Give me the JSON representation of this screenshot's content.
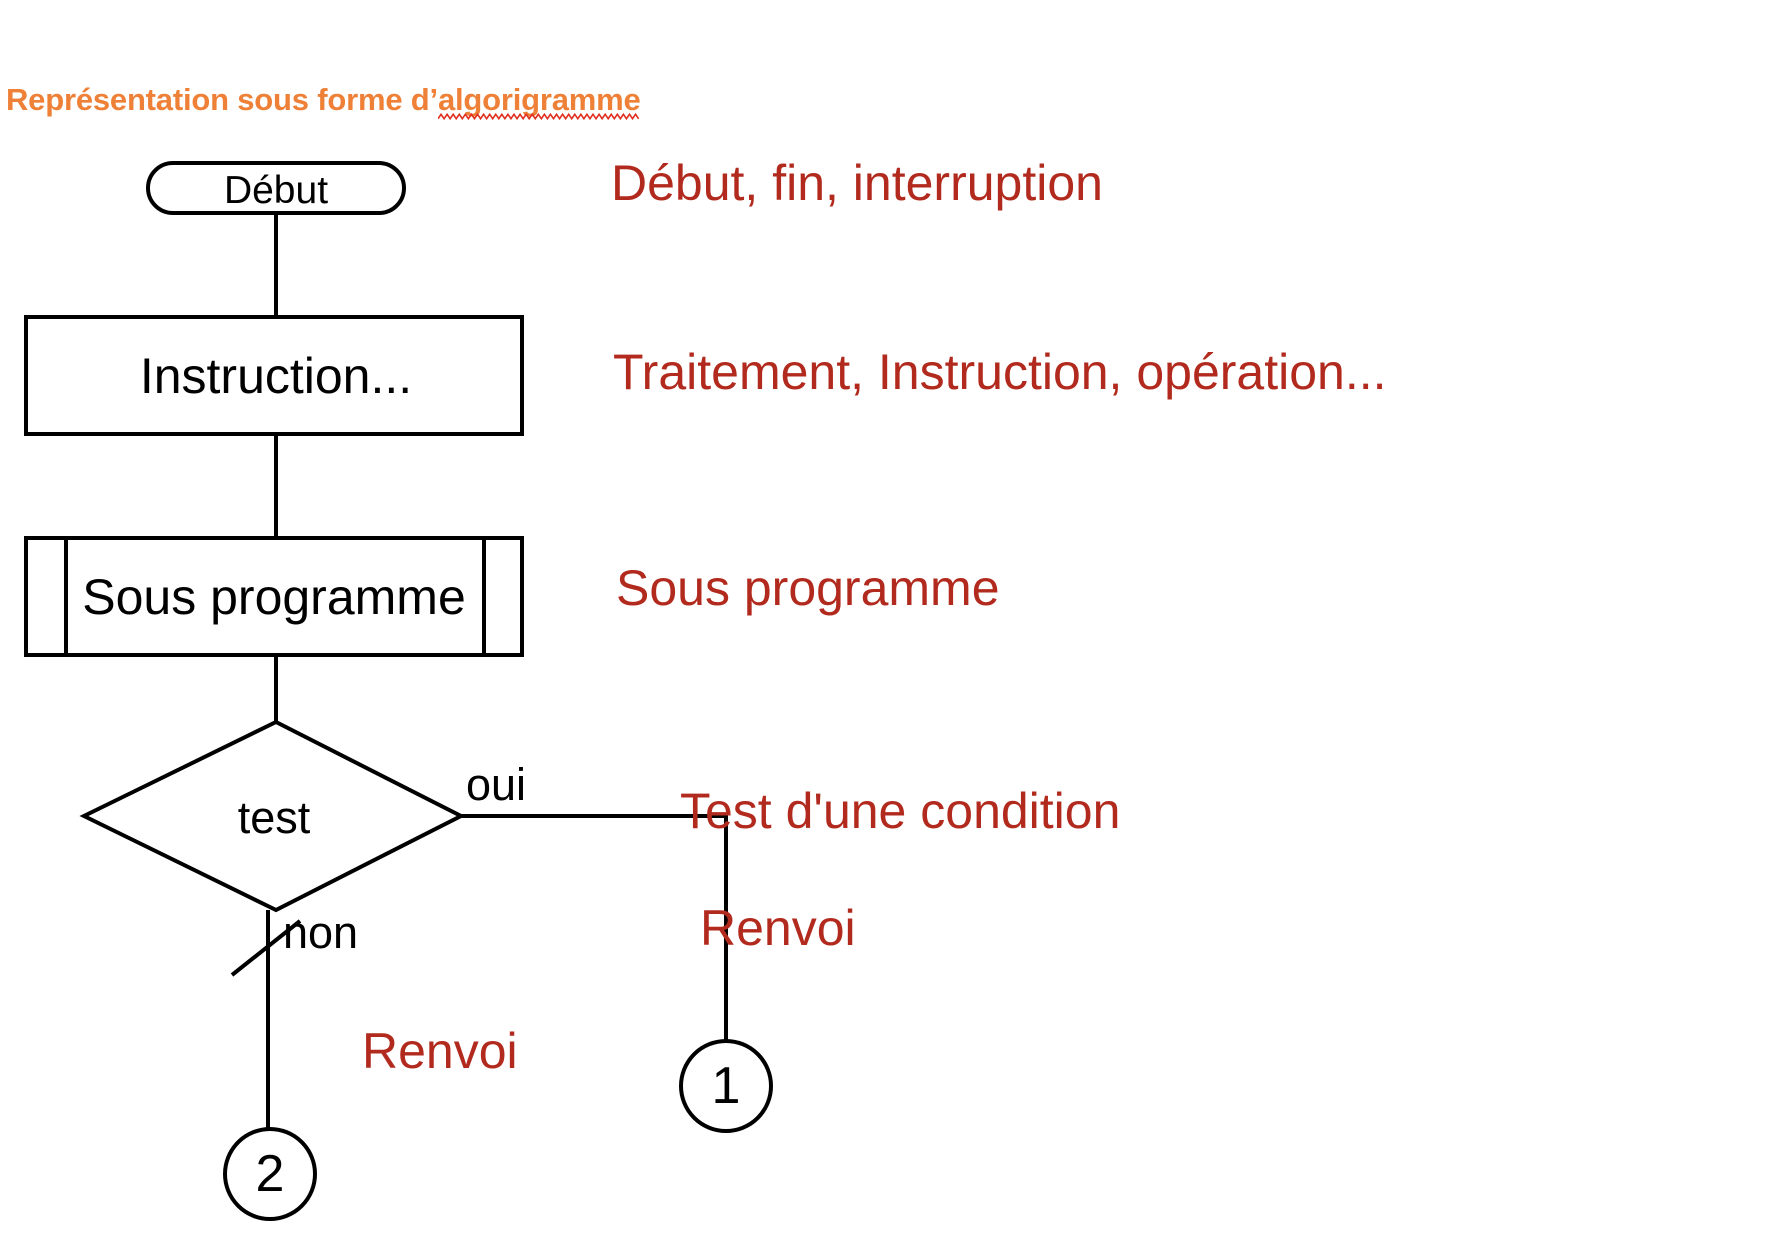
{
  "slide": {
    "title_prefix": "Représentation sous forme d’",
    "title_misspelled_word": "algorigramme",
    "title_color": "#EE8037",
    "annotation_color": "#B22A1E",
    "shape_stroke_color": "#000000",
    "background_color": "#FFFFFF",
    "spellcheck_underline_color": "#E03020"
  },
  "flowchart": {
    "nodes": {
      "start": {
        "label": "Début",
        "shape": "terminator-rounded"
      },
      "instruction": {
        "label": "Instruction...",
        "shape": "process-rectangle"
      },
      "subprogram": {
        "label": "Sous programme",
        "shape": "predefined-process"
      },
      "test": {
        "label": "test",
        "shape": "decision-diamond"
      },
      "connector_one": {
        "label": "1",
        "shape": "connector-circle"
      },
      "connector_two": {
        "label": "2",
        "shape": "connector-circle"
      }
    },
    "edge_labels": {
      "yes": "oui",
      "no": "non"
    }
  },
  "legend": {
    "items": [
      {
        "key": "terminator",
        "text": "Début, fin, interruption"
      },
      {
        "key": "process",
        "text": "Traitement, Instruction, opération..."
      },
      {
        "key": "subprogram",
        "text": "Sous programme"
      },
      {
        "key": "decision",
        "text": "Test d'une condition"
      },
      {
        "key": "connector_one",
        "text": "Renvoi"
      },
      {
        "key": "connector_two",
        "text": "Renvoi"
      }
    ]
  }
}
